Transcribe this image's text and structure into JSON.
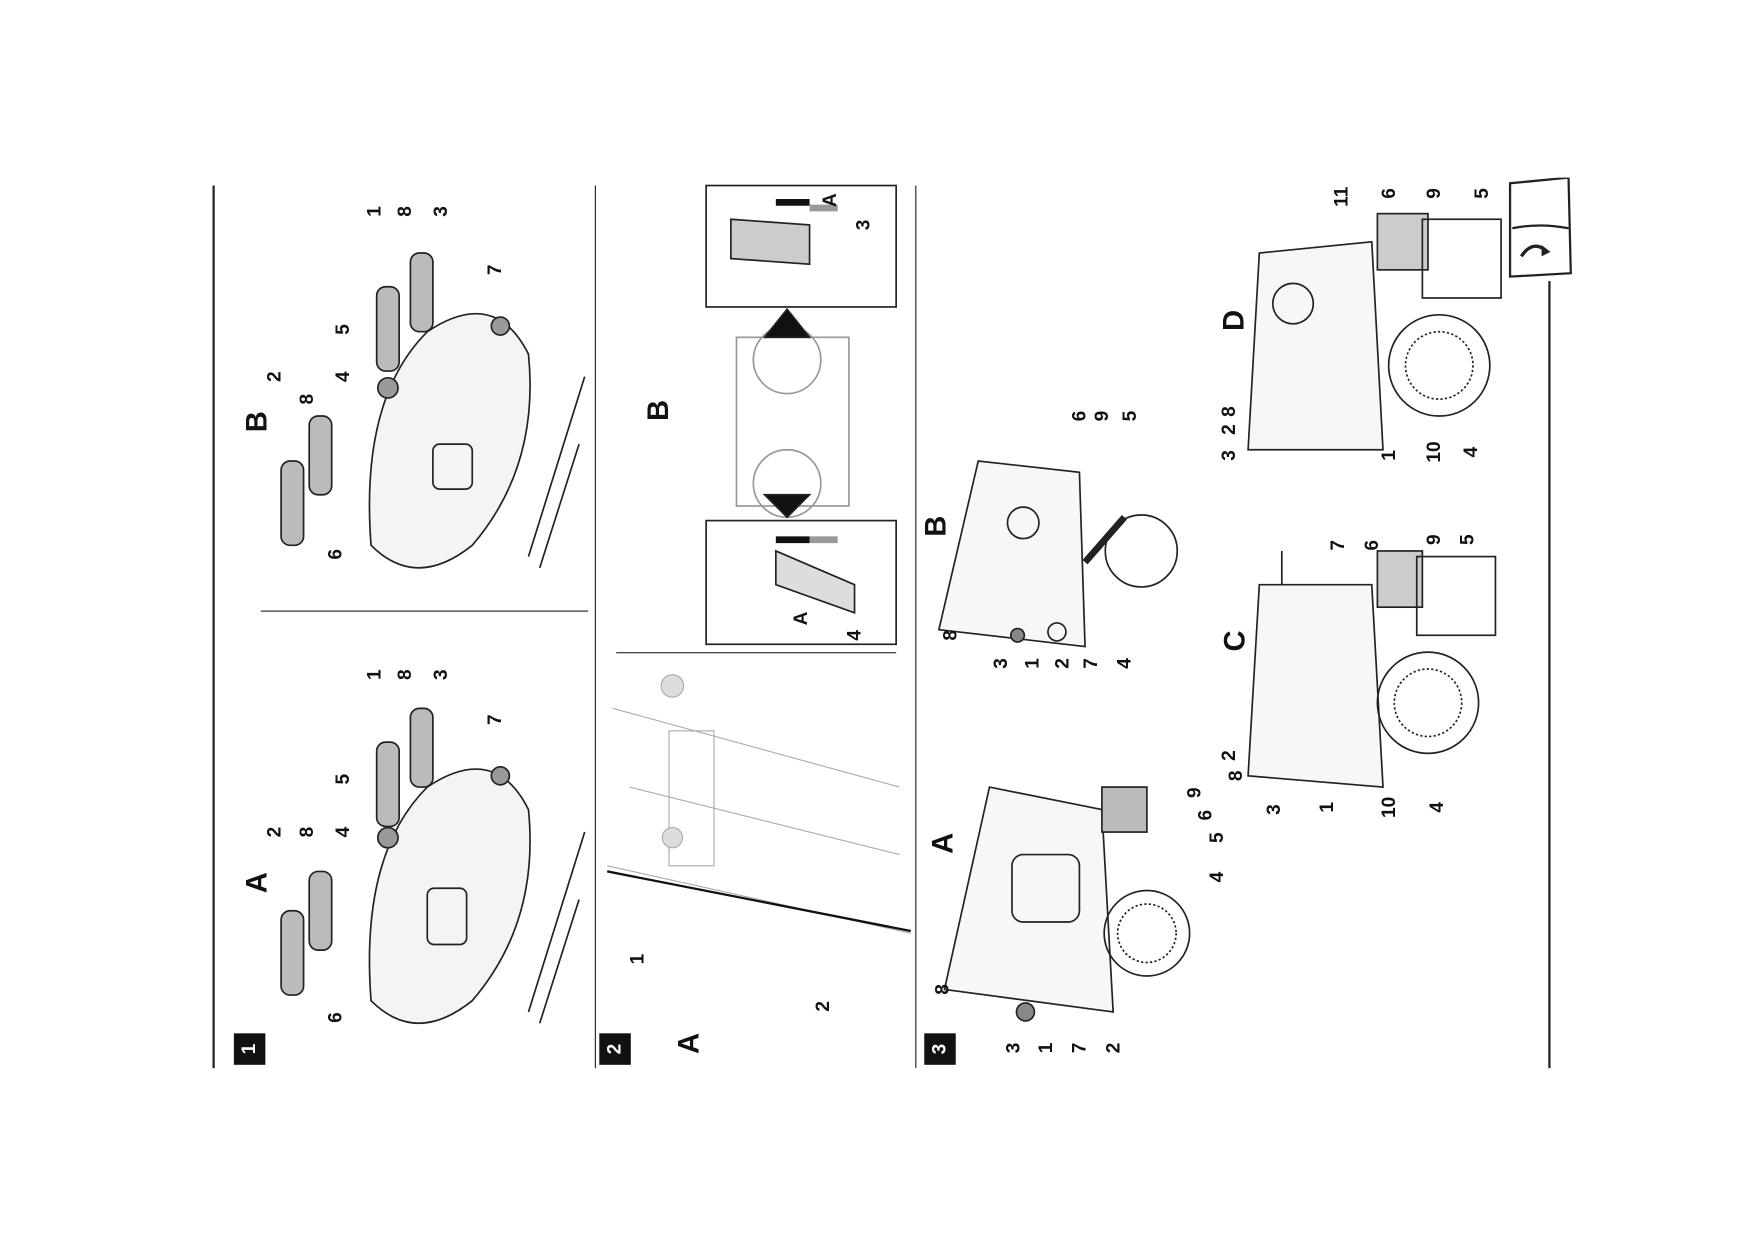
{
  "sections": [
    {
      "number": "1",
      "figures": [
        {
          "letter": "A",
          "callouts": [
            "2",
            "8",
            "4",
            "5",
            "1",
            "8",
            "3",
            "7",
            "6"
          ]
        },
        {
          "letter": "B",
          "callouts": [
            "2",
            "8",
            "4",
            "5",
            "1",
            "8",
            "3",
            "7",
            "6"
          ]
        }
      ]
    },
    {
      "number": "2",
      "figures": [
        {
          "letter": "A",
          "callouts": [
            "1",
            "2"
          ]
        },
        {
          "letter": "B",
          "callouts": [
            "A",
            "4",
            "A",
            "3"
          ]
        }
      ]
    },
    {
      "number": "3",
      "figures": [
        {
          "letter": "A",
          "callouts": [
            "8",
            "3",
            "1",
            "7",
            "2",
            "9",
            "6",
            "5",
            "4"
          ]
        },
        {
          "letter": "B",
          "callouts": [
            "8",
            "3",
            "1",
            "2",
            "7",
            "4",
            "6",
            "9",
            "5"
          ]
        },
        {
          "letter": "C",
          "callouts": [
            "7",
            "6",
            "9",
            "5",
            "2",
            "8",
            "3",
            "1",
            "10",
            "4"
          ]
        },
        {
          "letter": "D",
          "callouts": [
            "11",
            "6",
            "9",
            "5",
            "3",
            "2",
            "8",
            "1",
            "10",
            "4"
          ]
        }
      ]
    }
  ],
  "icons": {
    "page_turn": "turn-page-icon"
  }
}
